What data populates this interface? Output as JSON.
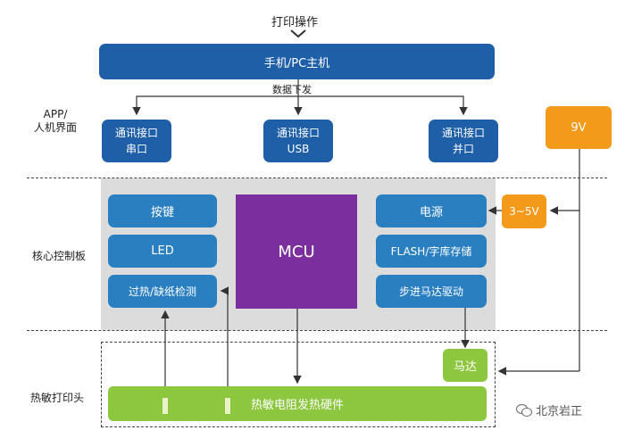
{
  "top_label": "打印操作",
  "host": "手机/PC主机",
  "data_down": "数据下发",
  "left_labels": {
    "app": "APP/\n人机界面",
    "core": "核心控制板",
    "head": "热敏打印头"
  },
  "interfaces": [
    {
      "title": "通讯接口",
      "name": "串口"
    },
    {
      "title": "通讯接口",
      "name": "USB"
    },
    {
      "title": "通讯接口",
      "name": "并口"
    }
  ],
  "power_9v": "9V",
  "power_35v": "3~5V",
  "left_blocks": [
    "按键",
    "LED",
    "过热/缺纸检测"
  ],
  "mcu": "MCU",
  "right_blocks": [
    "电源",
    "FLASH/字库存储",
    "步进马达驱动"
  ],
  "motor": "马达",
  "heater": "热敏电阻发热硬件",
  "watermark": "北京岩正",
  "colors": {
    "navy": "#1e5fa8",
    "blue": "#2a7fc1",
    "purple": "#7b2f9e",
    "orange": "#f39a1b",
    "green": "#8dc63f",
    "panel": "#dcdcdc"
  }
}
